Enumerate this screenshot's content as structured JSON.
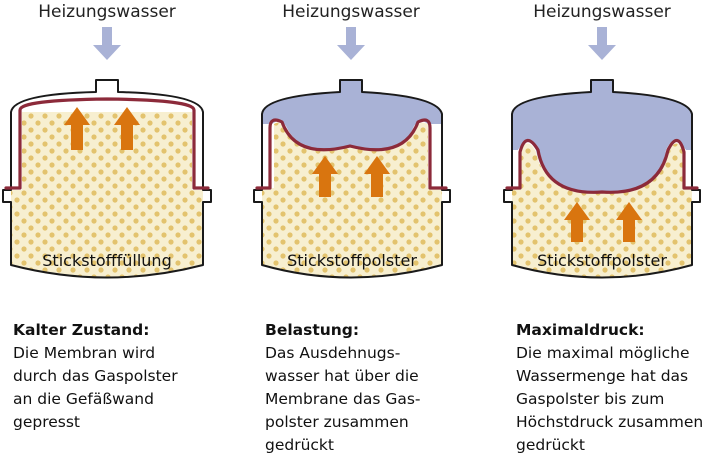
{
  "panels": [
    {
      "inflow_label": "Heizungswasser",
      "gas_label": "Stickstofffüllung",
      "caption_title": "Kalter Zustand:",
      "caption_body": "Die Membran wird\ndurch das Gaspolster\nan die Gefäßwand\ngepresst"
    },
    {
      "inflow_label": "Heizungswasser",
      "gas_label": "Stickstoffpolster",
      "caption_title": "Belastung:",
      "caption_body": "Das Ausdehnugs-\nwasser hat über die\nMembrane das Gas-\npolster zusammen\ngedrückt"
    },
    {
      "inflow_label": "Heizungswasser",
      "gas_label": "Stickstoffpolster",
      "caption_title": "Maximaldruck:",
      "caption_body": "Die maximal mögliche\nWassermenge hat das\nGaspolster bis zum\nHöchstdruck zusammen\ngedrückt"
    }
  ],
  "colors": {
    "water": "#a9b2d6",
    "gas": "#f7efd0",
    "dots": "#e3c36e",
    "membrane": "#8c2a3a",
    "arrow": "#d9750f",
    "outline": "#1a1a1a"
  }
}
